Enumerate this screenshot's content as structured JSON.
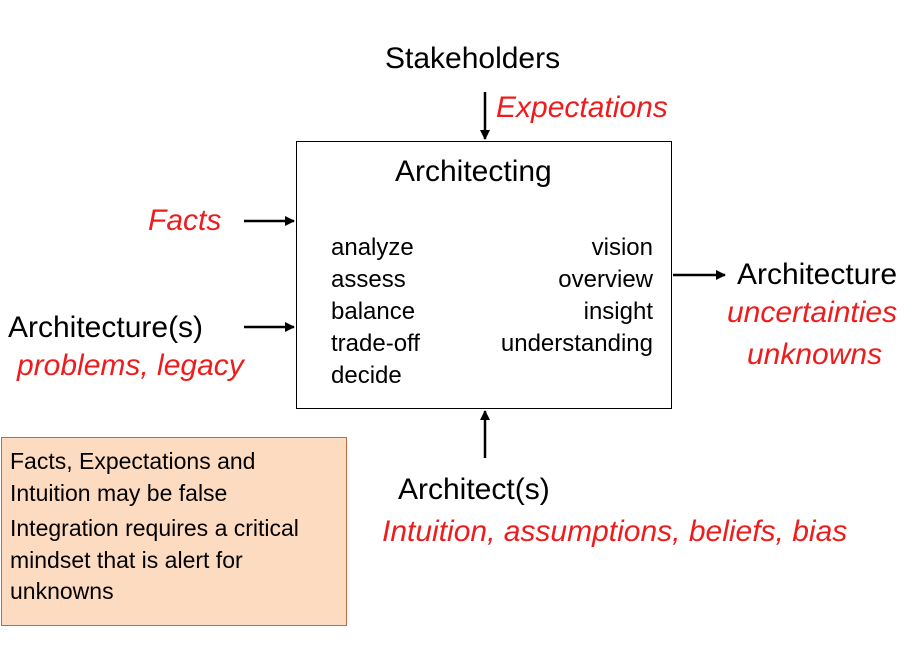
{
  "stakeholders": {
    "label": "Stakeholders",
    "note": "Expectations"
  },
  "facts": {
    "note": "Facts"
  },
  "input_architectures": {
    "label": "Architecture(s)",
    "note": "problems, legacy"
  },
  "process": {
    "title": "Architecting",
    "activities": [
      "analyze",
      "assess",
      "balance",
      "trade-off",
      "decide"
    ],
    "results": [
      "vision",
      "overview",
      "insight",
      "understanding"
    ]
  },
  "output": {
    "label": "Architecture",
    "notes": [
      "uncertainties",
      "unknowns"
    ]
  },
  "architects": {
    "label": "Architect(s)",
    "note": "Intuition, assumptions, beliefs, bias"
  },
  "callout": {
    "paragraphs": [
      "Facts, Expectations and Intuition may be false",
      "Integration requires a critical mindset that is alert for unknowns"
    ]
  },
  "colors": {
    "annotation": "#ee1c1c",
    "text": "#000000",
    "callout_fill": "#fddbc1",
    "callout_border": "#c46a3a"
  }
}
